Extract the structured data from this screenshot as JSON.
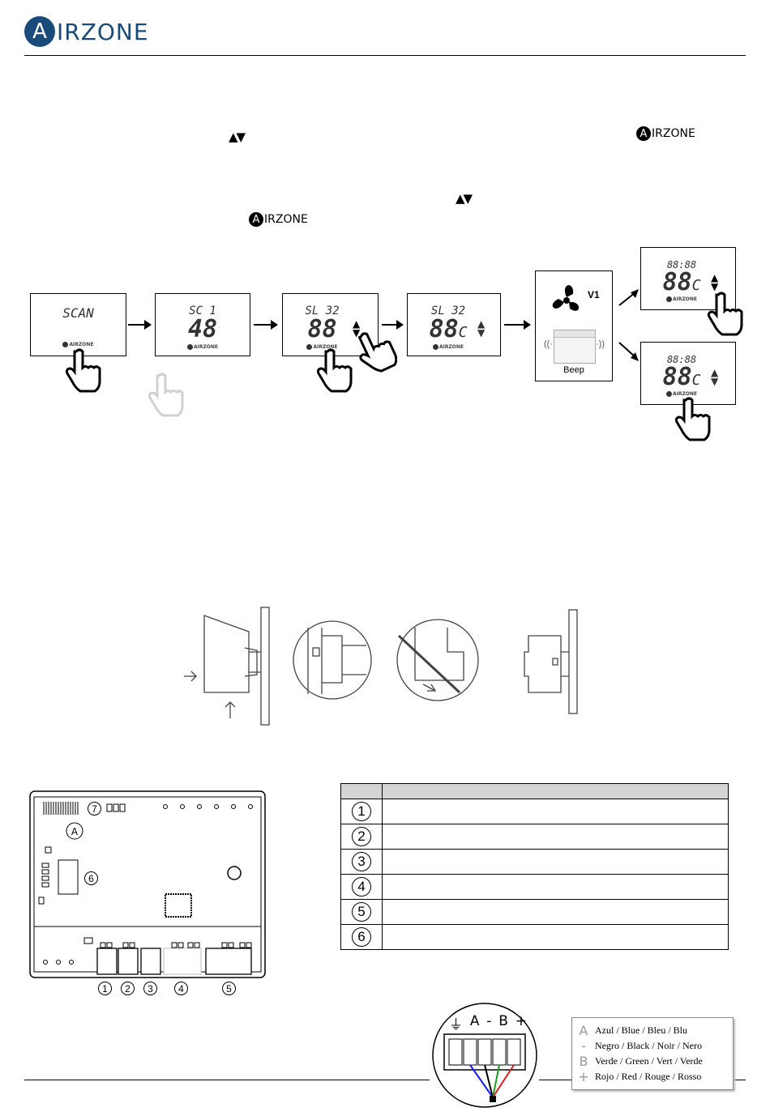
{
  "header": {
    "logo_mark": "A",
    "logo_text": "IRZONE"
  },
  "inline_logo": {
    "mark": "A",
    "text": "IRZONE"
  },
  "updown_symbol": "▲▼",
  "sequence": {
    "screens": [
      {
        "top": "SCAN",
        "big": "",
        "unit": "",
        "logo": "AIRZONE"
      },
      {
        "top": "SC  1",
        "big": "48",
        "unit": "",
        "logo": "AIRZONE"
      },
      {
        "top": "SL 32",
        "big": "88",
        "unit": "",
        "logo": "AIRZONE"
      },
      {
        "top": "SL 32",
        "big": "88",
        "unit": "C",
        "logo": "AIRZONE"
      }
    ],
    "result_panel": {
      "fan_label": "V1",
      "beep_label": "Beep"
    },
    "result_screens": [
      {
        "top": "88:88",
        "big": "88",
        "unit": "C",
        "logo": "AIRZONE"
      },
      {
        "top": "88:88",
        "big": "88",
        "unit": "C",
        "logo": "AIRZONE"
      }
    ]
  },
  "board": {
    "labels": [
      "1",
      "2",
      "3",
      "4",
      "5",
      "6",
      "7"
    ]
  },
  "terminal_table": {
    "rows": [
      "1",
      "2",
      "3",
      "4",
      "5",
      "6"
    ]
  },
  "connector": {
    "pins": [
      "⏚",
      "A",
      "-",
      "B",
      "+"
    ],
    "wire_colors": {
      "A": "#1a1aff",
      "minus": "#000000",
      "B": "#1aa01a",
      "plus": "#e01a1a"
    }
  },
  "wire_legend": [
    {
      "symbol": "A",
      "text": "Azul / Blue / Bleu / Blu"
    },
    {
      "symbol": "-",
      "text": "Negro / Black / Noir / Nero"
    },
    {
      "symbol": "B",
      "text": "Verde / Green / Vert / Verde"
    },
    {
      "symbol": "+",
      "text": "Rojo / Red / Rouge / Rosso"
    }
  ]
}
